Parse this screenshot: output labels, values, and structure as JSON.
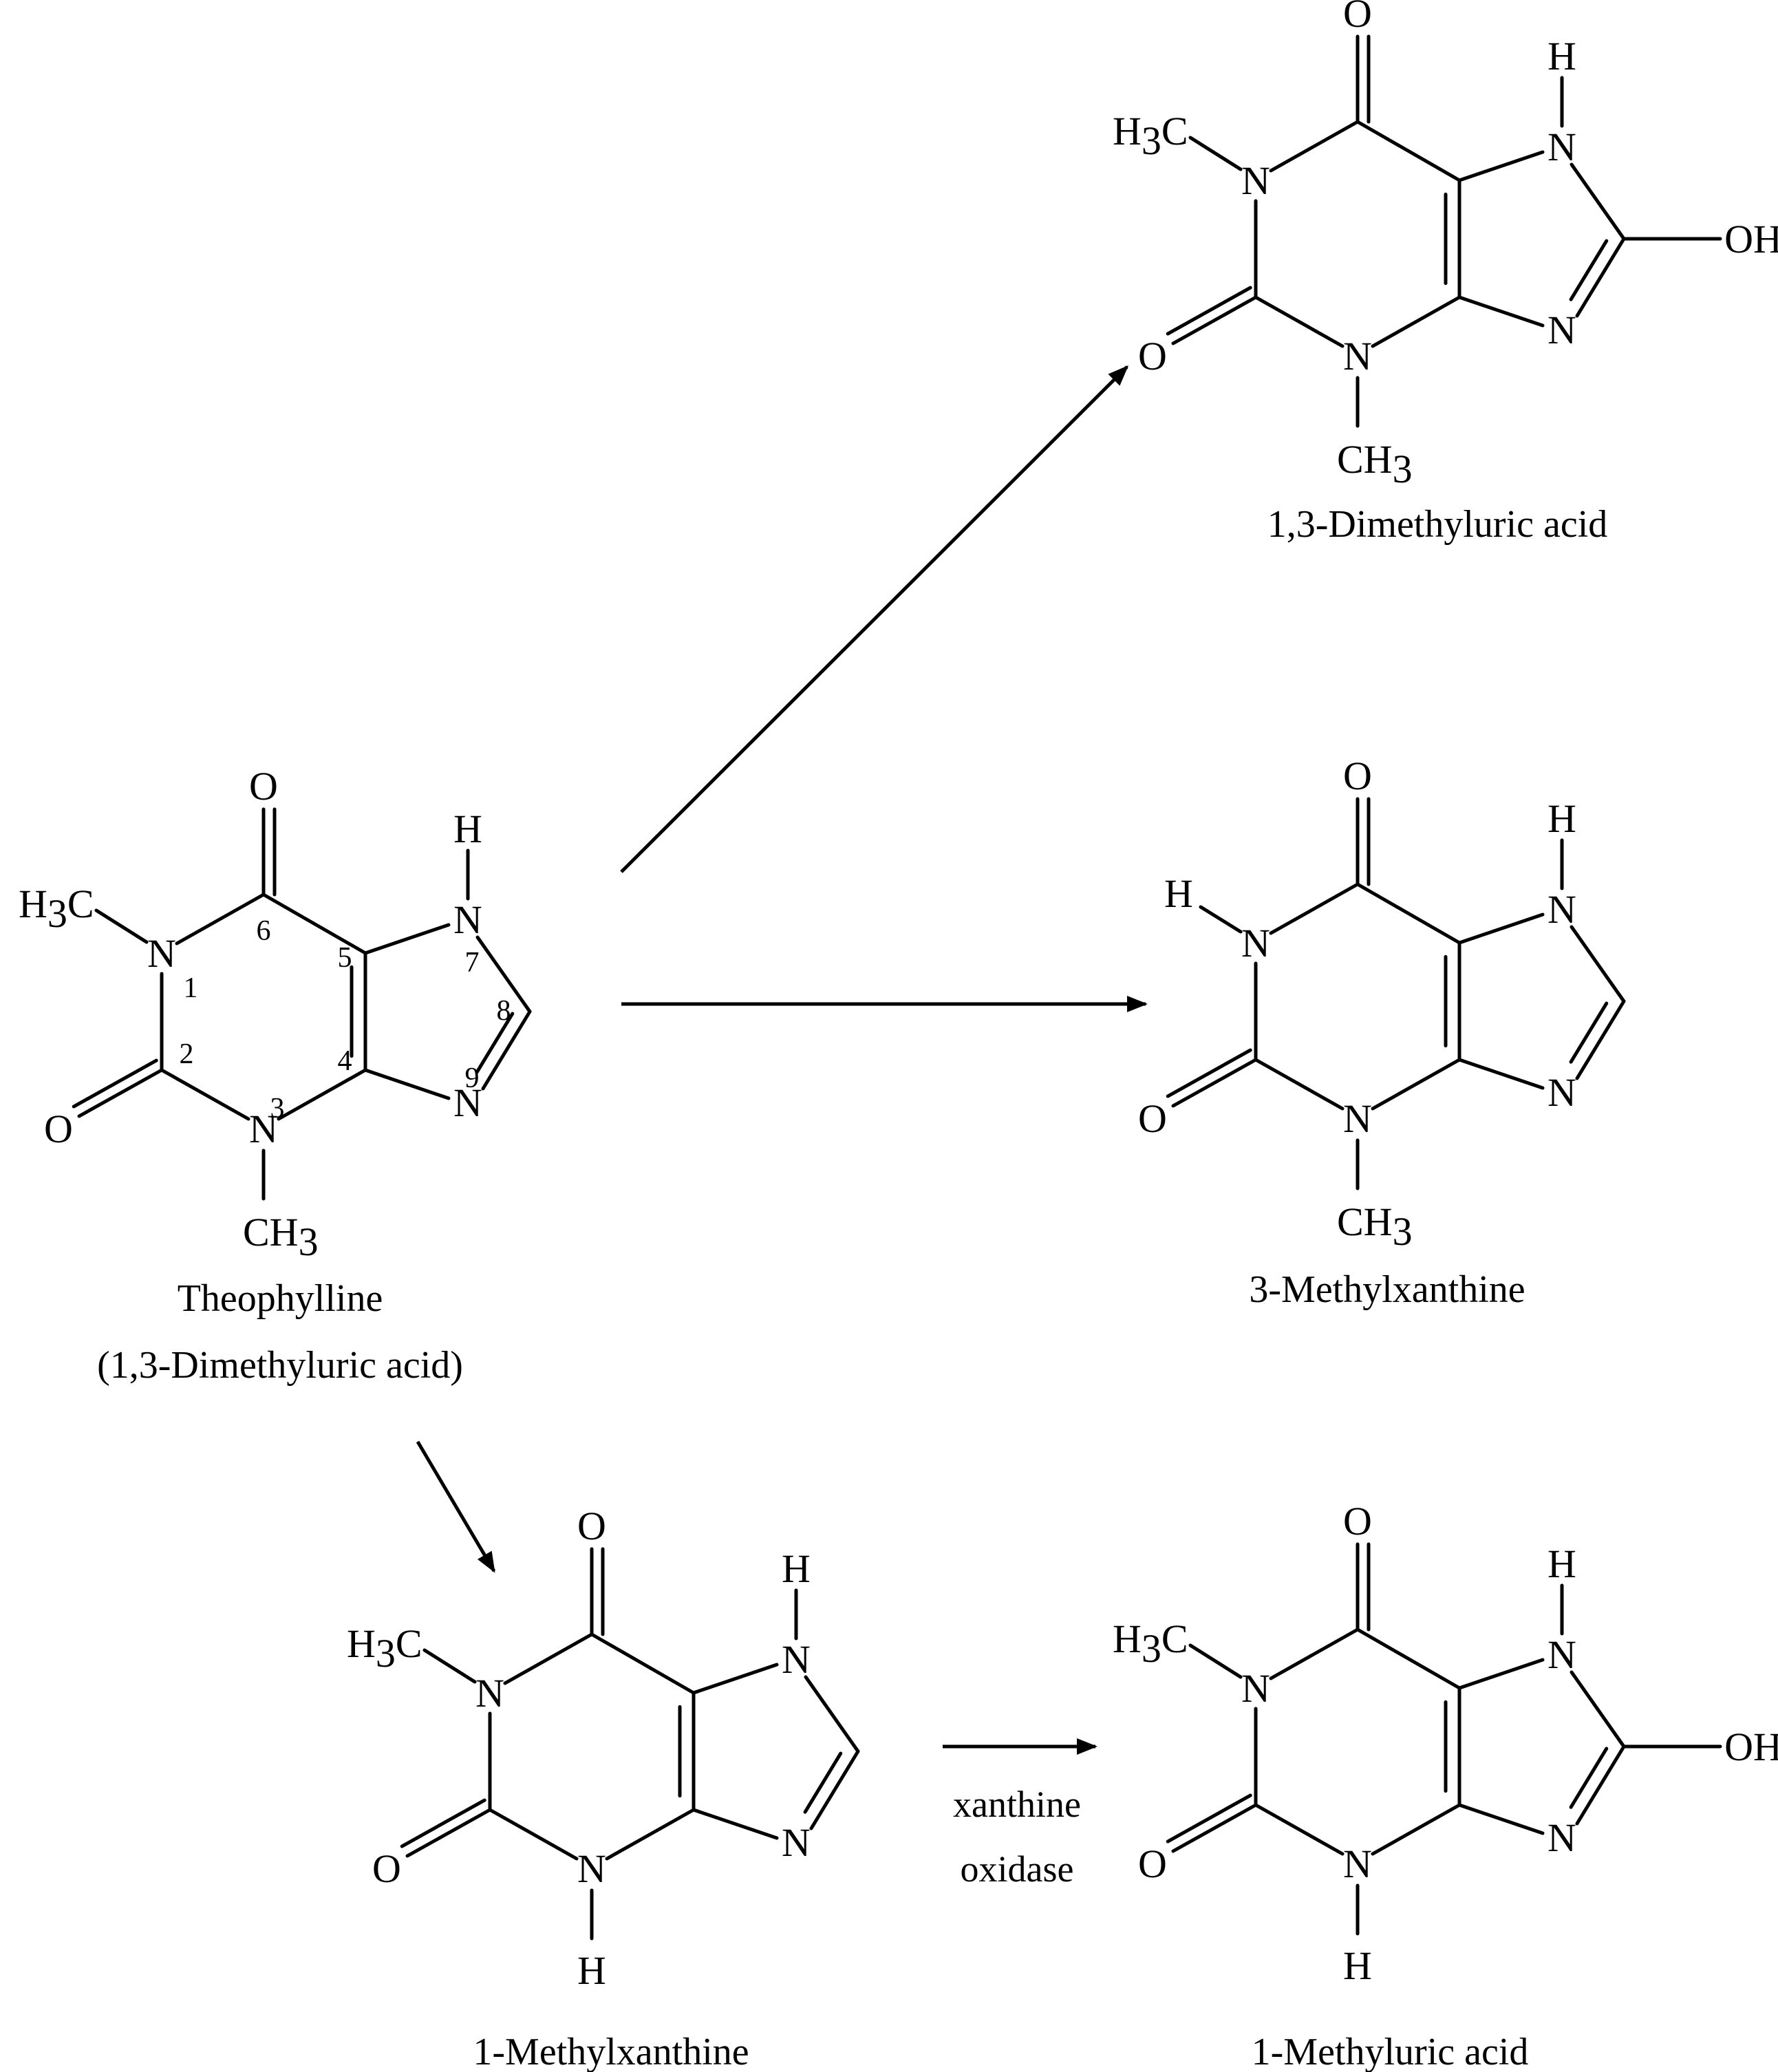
{
  "compounds": {
    "theophylline": {
      "name": "Theophylline",
      "alt_name": "(1,3-Dimethyluric acid)",
      "ring_numbers": [
        "1",
        "2",
        "3",
        "4",
        "5",
        "6",
        "7",
        "8",
        "9"
      ]
    },
    "dimethyluric_acid": {
      "name": "1,3-Dimethyluric acid"
    },
    "methylxanthine_3": {
      "name": "3-Methylxanthine"
    },
    "methylxanthine_1": {
      "name": "1-Methylxanthine"
    },
    "methyluric_acid_1": {
      "name": "1-Methyluric acid"
    }
  },
  "atoms": {
    "O": "O",
    "N": "N",
    "H": "H",
    "OH": "OH",
    "C": "C",
    "H3_H": "H",
    "three": "3",
    "CH": "CH"
  },
  "enzyme": {
    "line1": "xanthine",
    "line2": "oxidase"
  }
}
